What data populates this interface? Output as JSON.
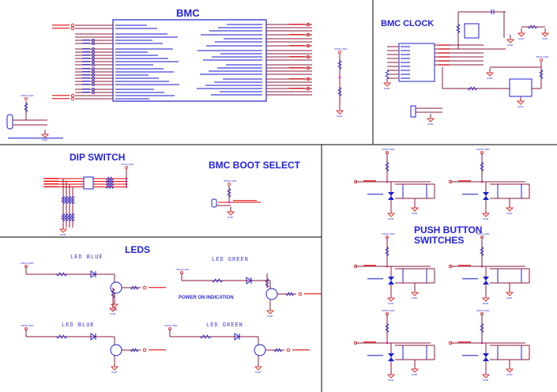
{
  "sections": {
    "bmc": {
      "title": "BMC"
    },
    "bmc_clock": {
      "title": "BMC CLOCK"
    },
    "dip_switch": {
      "title": "DIP SWITCH"
    },
    "boot_select": {
      "title": "BMC BOOT SELECT"
    },
    "leds": {
      "title": "LEDS",
      "led1_label": "LED BLUE",
      "led2_label": "LED GREEN",
      "led3_label": "LED BLUE",
      "led4_label": "LED GREEN",
      "power_on_note": "POWER ON INDICATION"
    },
    "push_buttons": {
      "title_line1": "PUSH BUTTON",
      "title_line2": "SWITCHES"
    }
  },
  "nets": {
    "power": "VDD3V3_BMC",
    "ground": "DGND"
  },
  "colors": {
    "heading": "#2222dd",
    "wire": "#8b1a3a",
    "net_label": "#e00000",
    "component": "#1f1fd0",
    "junction": "#e020e0",
    "border": "#222222"
  }
}
